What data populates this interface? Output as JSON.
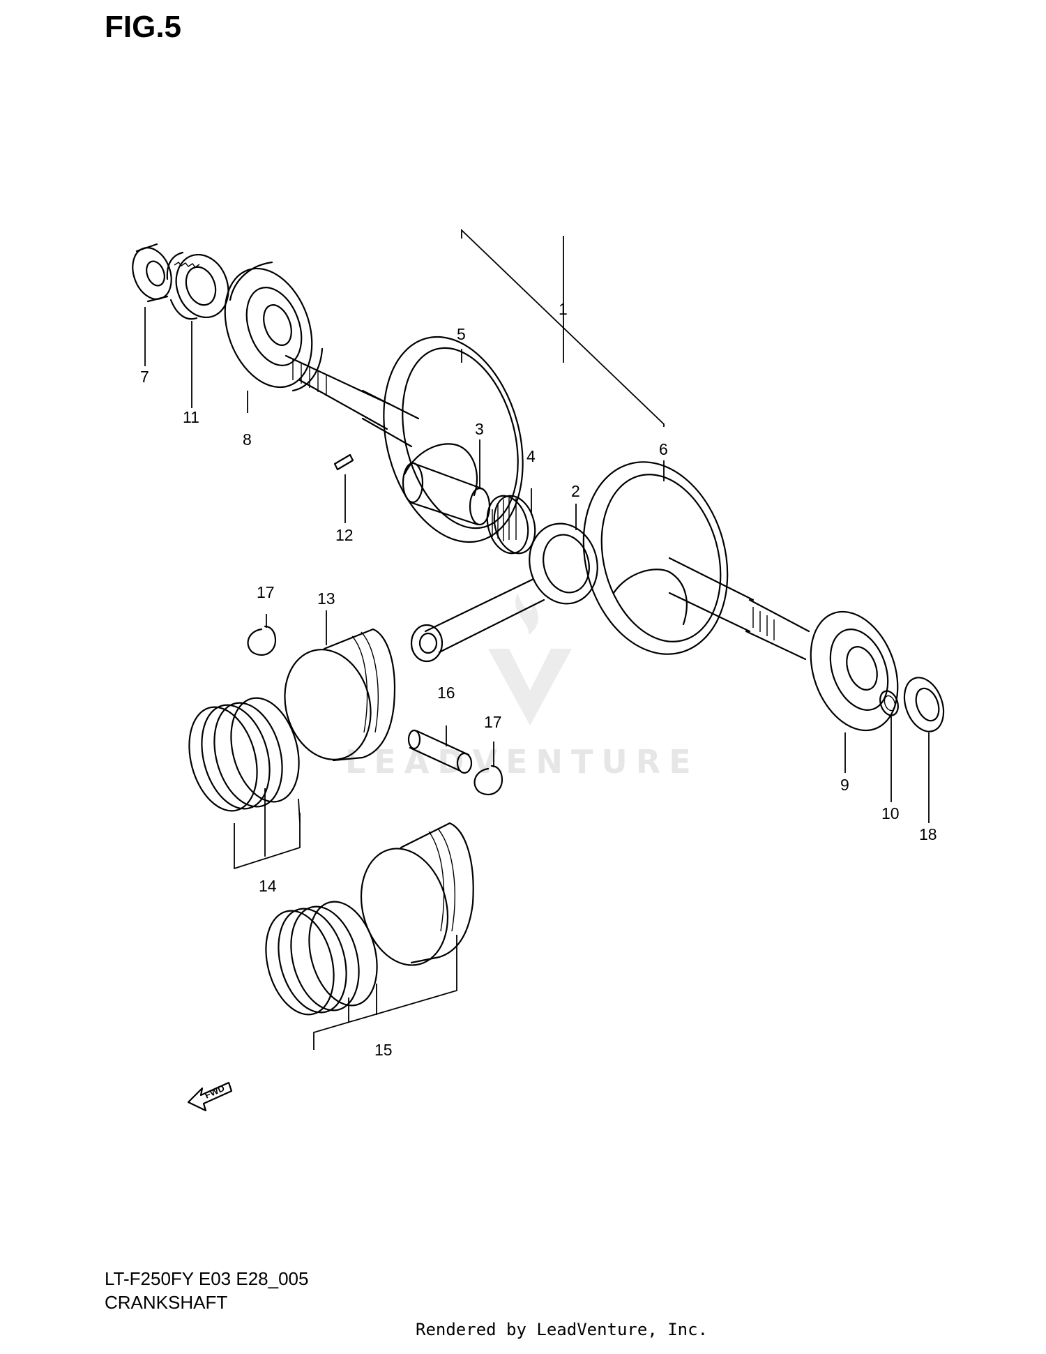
{
  "figure": {
    "title": "FIG.5"
  },
  "footer": {
    "model_code": "LT-F250FY E03 E28_005",
    "section": "CRANKSHAFT"
  },
  "credit": "Rendered by LeadVenture, Inc.",
  "watermark": "LEADVENTURE",
  "fwd_label": "FWD",
  "callouts": [
    {
      "id": "c1",
      "label": "1"
    },
    {
      "id": "c2",
      "label": "2"
    },
    {
      "id": "c3",
      "label": "3"
    },
    {
      "id": "c4",
      "label": "4"
    },
    {
      "id": "c5",
      "label": "5"
    },
    {
      "id": "c6",
      "label": "6"
    },
    {
      "id": "c7",
      "label": "7"
    },
    {
      "id": "c8",
      "label": "8"
    },
    {
      "id": "c9",
      "label": "9"
    },
    {
      "id": "c10",
      "label": "10"
    },
    {
      "id": "c11",
      "label": "11"
    },
    {
      "id": "c12",
      "label": "12"
    },
    {
      "id": "c13",
      "label": "13"
    },
    {
      "id": "c14",
      "label": "14"
    },
    {
      "id": "c15",
      "label": "15"
    },
    {
      "id": "c16",
      "label": "16"
    },
    {
      "id": "c17a",
      "label": "17"
    },
    {
      "id": "c17b",
      "label": "17"
    },
    {
      "id": "c18",
      "label": "18"
    }
  ]
}
